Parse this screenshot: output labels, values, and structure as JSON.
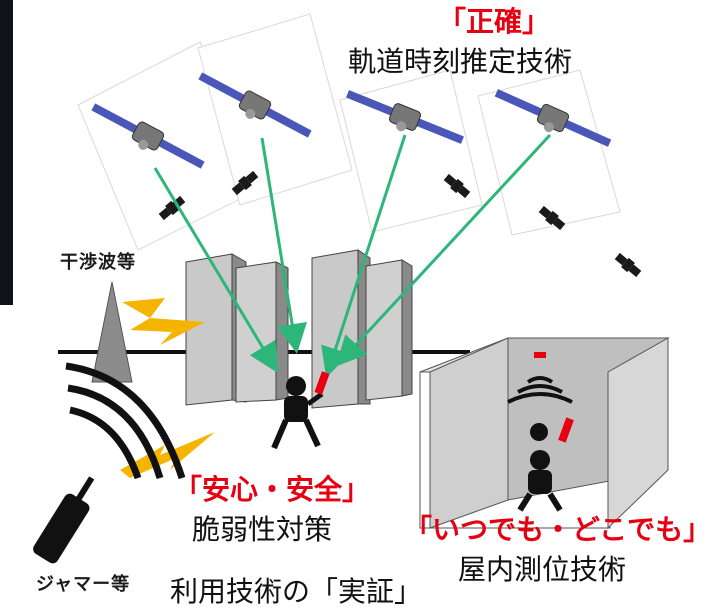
{
  "labels": {
    "accurate_heading": "「正確」",
    "accurate_sub": "軌道時刻推定技術",
    "interference": "干渉波等",
    "jammer": "ジャマー等",
    "safety_heading": "「安心・安全」",
    "safety_sub": "脆弱性対策",
    "anywhere_heading": "「いつでも・どこでも」",
    "anywhere_sub": "屋内測位技術",
    "demo": "利用技術の「実証」"
  },
  "colors": {
    "accent_red": "#e60012",
    "signal_green": "#2db67a",
    "lightning": "#f4b400",
    "satellite_panel": "#4b57b8",
    "left_bar": "#12121a"
  },
  "icons": [
    "satellite-icon",
    "building-icon",
    "person-icon",
    "antenna-icon",
    "lightning-icon",
    "jammer-device-icon",
    "wifi-signal-icon"
  ]
}
